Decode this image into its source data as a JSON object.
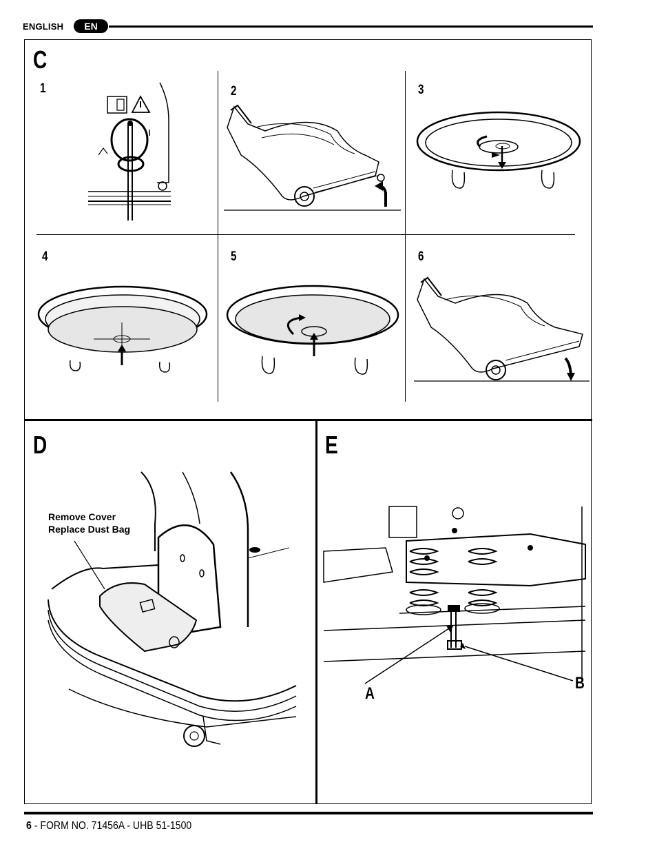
{
  "header": {
    "language": "ENGLISH",
    "badge": "EN"
  },
  "sections": {
    "c": {
      "letter": "C",
      "steps": [
        "1",
        "2",
        "3",
        "4",
        "5",
        "6"
      ]
    },
    "d": {
      "letter": "D",
      "callout_line1": "Remove Cover",
      "callout_line2": "Replace Dust Bag"
    },
    "e": {
      "letter": "E",
      "label_a": "A",
      "label_b": "B"
    }
  },
  "footer": {
    "page": "6",
    "form": " - FORM NO. 71456A - UHB 51-1500"
  }
}
